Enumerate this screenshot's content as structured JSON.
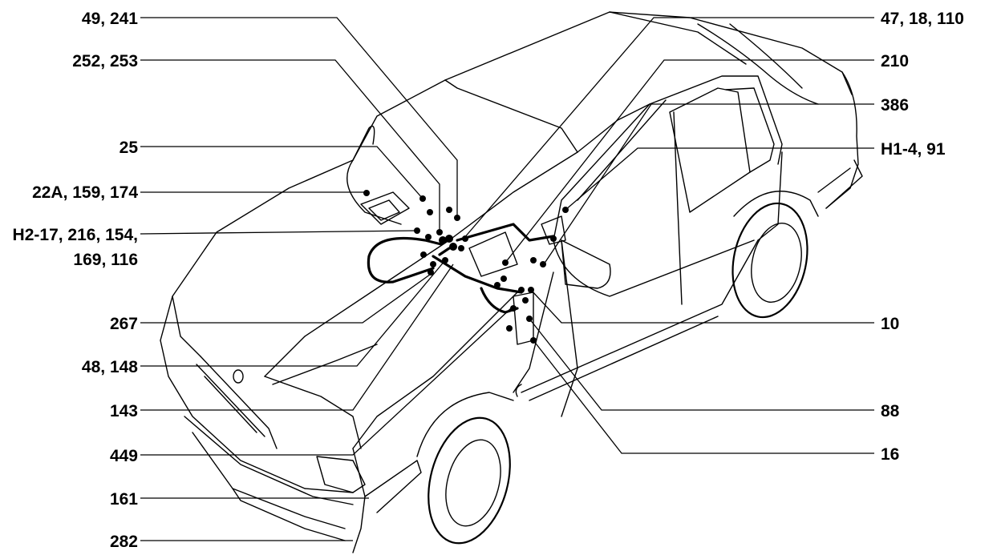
{
  "callouts_left": [
    {
      "id": "l1",
      "text": "49, 241"
    },
    {
      "id": "l2",
      "text": "252, 253"
    },
    {
      "id": "l3",
      "text": "25"
    },
    {
      "id": "l4",
      "text": "22A, 159, 174"
    },
    {
      "id": "l5",
      "text": "H2-17, 216, 154,"
    },
    {
      "id": "l5b",
      "text": "169, 116"
    },
    {
      "id": "l6",
      "text": "267"
    },
    {
      "id": "l7",
      "text": "48, 148"
    },
    {
      "id": "l8",
      "text": "143"
    },
    {
      "id": "l9",
      "text": "449"
    },
    {
      "id": "l10",
      "text": "161"
    },
    {
      "id": "l11",
      "text": "282"
    }
  ],
  "callouts_right": [
    {
      "id": "r1",
      "text": "47, 18, 110"
    },
    {
      "id": "r2",
      "text": "210"
    },
    {
      "id": "r3",
      "text": "386"
    },
    {
      "id": "r4",
      "text": "H1-4, 91"
    },
    {
      "id": "r5",
      "text": "10"
    },
    {
      "id": "r6",
      "text": "88"
    },
    {
      "id": "r7",
      "text": "16"
    }
  ]
}
